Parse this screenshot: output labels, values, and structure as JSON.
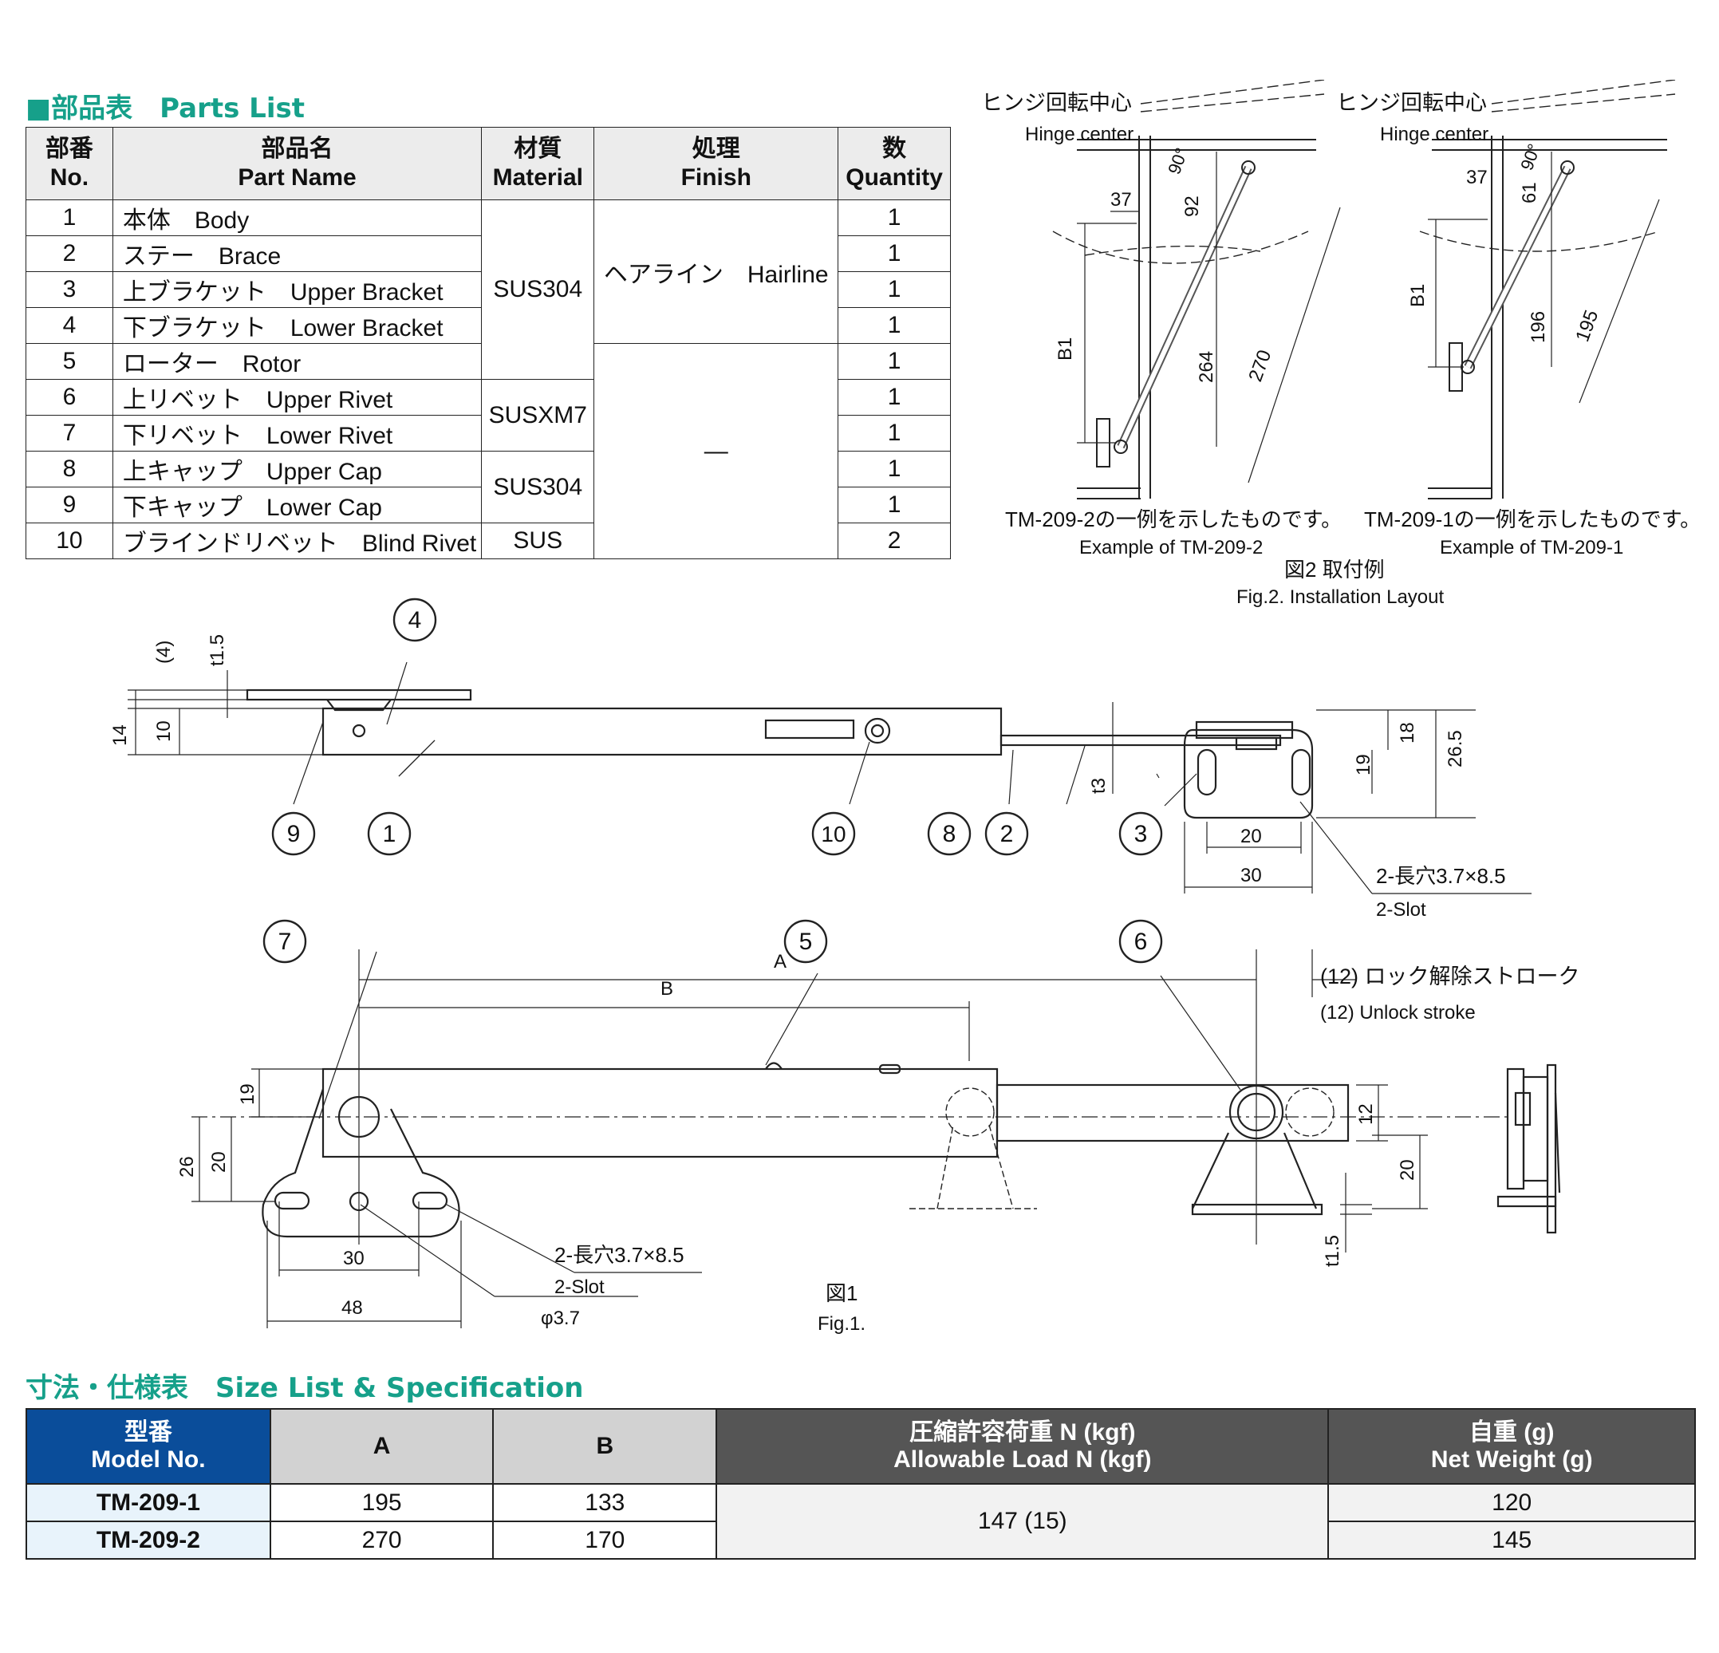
{
  "parts": {
    "title": "■部品表　Parts List",
    "headers": [
      {
        "jp": "部番",
        "en": "No."
      },
      {
        "jp": "部品名",
        "en": "Part Name"
      },
      {
        "jp": "材質",
        "en": "Material"
      },
      {
        "jp": "処理",
        "en": "Finish"
      },
      {
        "jp": "数",
        "en": "Quantity"
      }
    ],
    "rows": [
      {
        "no": "1",
        "name": "本体　Body",
        "qty": "1"
      },
      {
        "no": "2",
        "name": "ステー　Brace",
        "qty": "1"
      },
      {
        "no": "3",
        "name": "上ブラケット　Upper Bracket",
        "qty": "1"
      },
      {
        "no": "4",
        "name": "下ブラケット　Lower Bracket",
        "qty": "1"
      },
      {
        "no": "5",
        "name": "ローター　Rotor",
        "qty": "1"
      },
      {
        "no": "6",
        "name": "上リベット　Upper Rivet",
        "qty": "1"
      },
      {
        "no": "7",
        "name": "下リベット　Lower Rivet",
        "qty": "1"
      },
      {
        "no": "8",
        "name": "上キャップ　Upper Cap",
        "qty": "1"
      },
      {
        "no": "9",
        "name": "下キャップ　Lower Cap",
        "qty": "1"
      },
      {
        "no": "10",
        "name": "ブラインドリベット　Blind Rivet",
        "qty": "2"
      }
    ],
    "materials": [
      "SUS304",
      "SUSXM7",
      "SUS304",
      "SUS"
    ],
    "finishes": [
      "ヘアライン　Hairline",
      "—"
    ]
  },
  "fig2": {
    "left": {
      "hinge_jp": "ヒンジ回転中心",
      "hinge_en": "Hinge center",
      "dims": [
        "37",
        "90°",
        "92",
        "264",
        "270",
        "B1"
      ],
      "caption_jp": "TM-209-2の一例を示したものです。",
      "caption_en": "Example of TM-209-2"
    },
    "right": {
      "hinge_jp": "ヒンジ回転中心",
      "hinge_en": "Hinge center",
      "dims": [
        "37",
        "90°",
        "61",
        "196",
        "195",
        "B1"
      ],
      "caption_jp": "TM-209-1の一例を示したものです。",
      "caption_en": "Example of TM-209-1"
    },
    "title_jp": "図2 取付例",
    "title_en": "Fig.2. Installation Layout"
  },
  "fig1": {
    "dims_top": [
      "(4)",
      "t1.5",
      "14",
      "10",
      "t3",
      "18",
      "26.5",
      "19",
      "20",
      "30"
    ],
    "slot_jp": "2-長穴3.7×8.5",
    "slot_en": "2-Slot",
    "dims_bottom": [
      "A",
      "B",
      "19",
      "26",
      "20",
      "30",
      "48",
      "12",
      "20",
      "t1.5",
      "φ3.7"
    ],
    "unlock_jp": "(12) ロック解除ストローク",
    "unlock_en": "(12) Unlock stroke",
    "title_jp": "図1",
    "title_en": "Fig.1.",
    "callouts": [
      "1",
      "2",
      "3",
      "4",
      "5",
      "6",
      "7",
      "8",
      "9",
      "10"
    ]
  },
  "spec": {
    "title": "寸法・仕様表　Size List & Specification",
    "headers": {
      "model_jp": "型番",
      "model_en": "Model No.",
      "a": "A",
      "b": "B",
      "load_jp": "圧縮許容荷重 N (kgf)",
      "load_en": "Allowable Load N (kgf)",
      "weight_jp": "自重 (g)",
      "weight_en": "Net Weight (g)"
    },
    "rows": [
      {
        "model": "TM-209-1",
        "a": "195",
        "b": "133",
        "weight": "120"
      },
      {
        "model": "TM-209-2",
        "a": "270",
        "b": "170",
        "weight": "145"
      }
    ],
    "load": "147 (15)"
  },
  "colors": {
    "accent": "#16a08a",
    "header_blue": "#0a4d9a",
    "header_dark": "#555555",
    "header_grey": "#d2d2d2"
  }
}
